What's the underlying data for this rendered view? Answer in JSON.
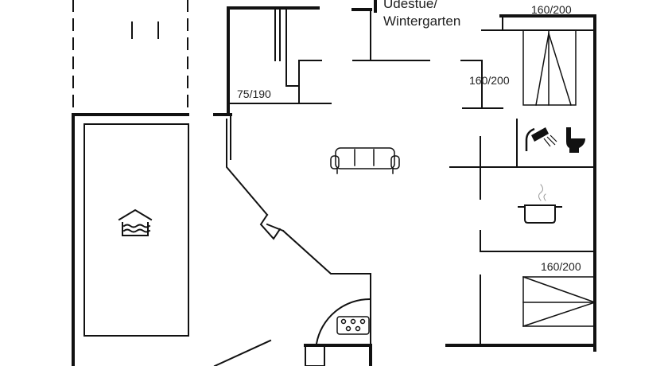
{
  "rooms": {
    "udestue_line1": "Udestue/",
    "udestue_line2": "Wintergarten"
  },
  "beds": {
    "top_left": "75/190",
    "top_right": "160/200",
    "right_upper": "160/200",
    "right_lower": "160/200"
  },
  "icons": {
    "sofa": "sofa-icon",
    "pool": "pool-icon",
    "shower_toilet": "bathroom-icon",
    "cooking_pot": "kitchen-icon",
    "stove": "stove-icon"
  },
  "colors": {
    "wall": "#111111",
    "background": "#ffffff",
    "text": "#222222"
  }
}
